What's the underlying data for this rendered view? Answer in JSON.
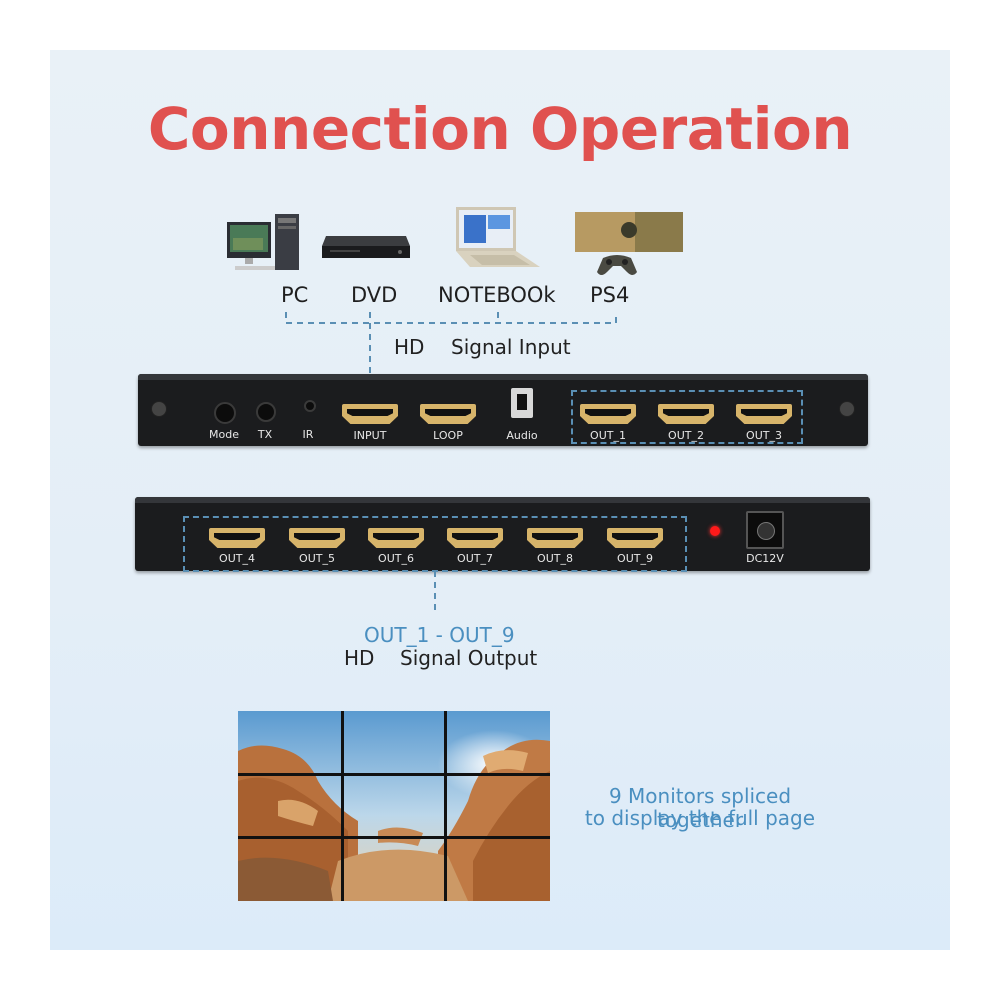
{
  "title": "Connection Operation",
  "sources": [
    {
      "label": "PC",
      "icon": "desktop-pc-icon"
    },
    {
      "label": "DVD",
      "icon": "dvd-player-icon"
    },
    {
      "label": "NOTEBOOk",
      "icon": "laptop-icon"
    },
    {
      "label": "PS4",
      "icon": "game-console-icon"
    }
  ],
  "input_signal": {
    "hd": "HD",
    "text": "Signal Input"
  },
  "front_panel": {
    "buttons": [
      "Mode",
      "TX",
      "IR"
    ],
    "ports": [
      "INPUT",
      "LOOP",
      "Audio",
      "OUT_1",
      "OUT_2",
      "OUT_3"
    ]
  },
  "rear_panel": {
    "ports": [
      "OUT_4",
      "OUT_5",
      "OUT_6",
      "OUT_7",
      "OUT_8",
      "OUT_9"
    ],
    "power": "DC12V"
  },
  "output_signal": {
    "range": "OUT_1 - OUT_9",
    "hd": "HD",
    "text": "Signal Output"
  },
  "video_wall": {
    "grid": "3x3",
    "note_line1": "9 Monitors spliced together",
    "note_line2": "to display the full page"
  },
  "colors": {
    "title": "#e0514f",
    "accent": "#4a8fc0",
    "hdmi": "#d7b46a"
  }
}
